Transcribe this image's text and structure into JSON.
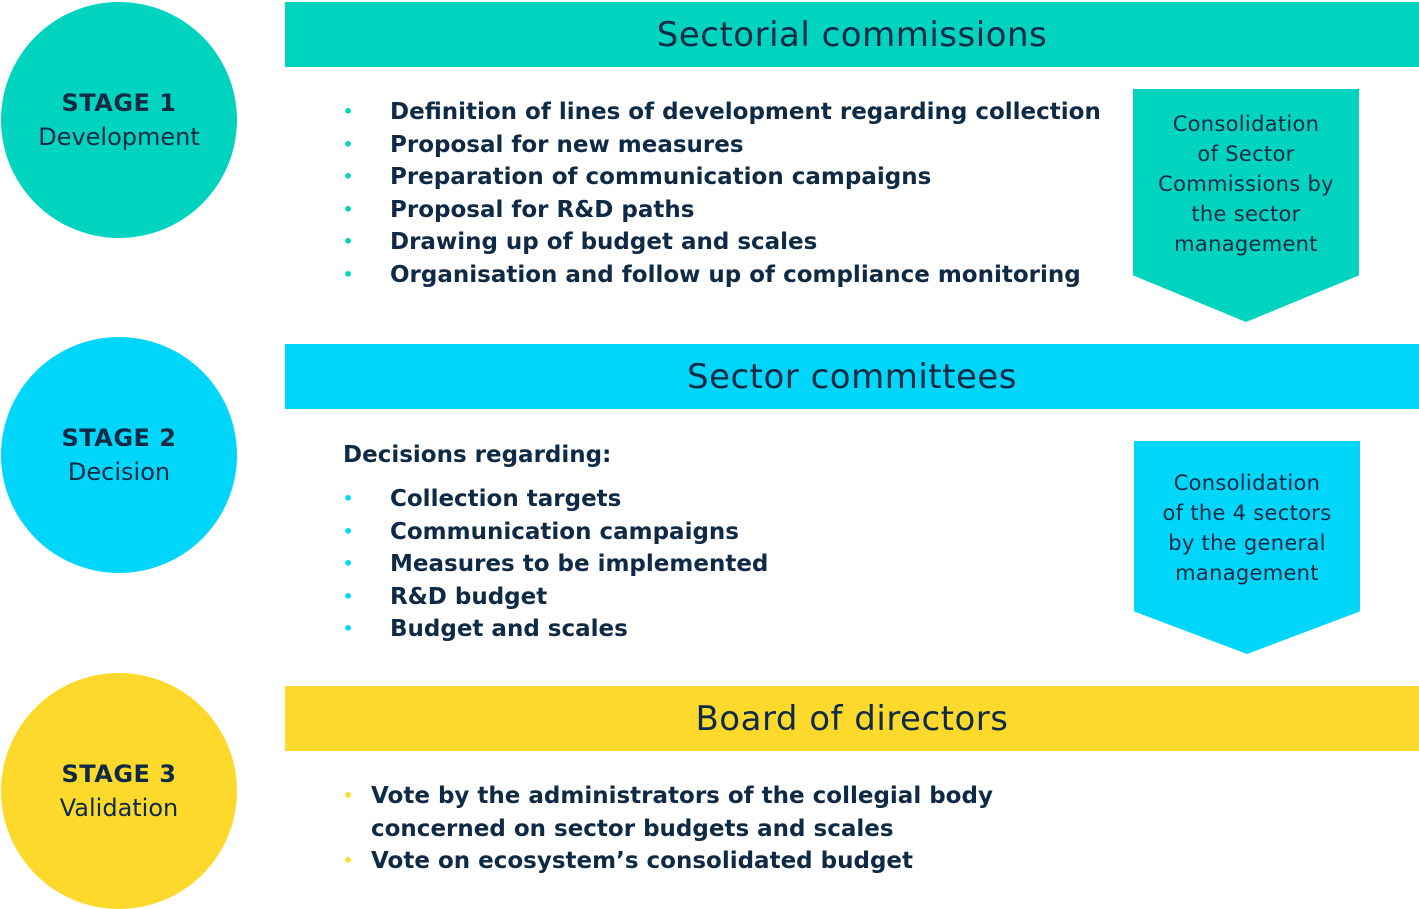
{
  "colors": {
    "teal": "#00d4be",
    "cyan": "#00d6fa",
    "yellow": "#fdd92c",
    "text": "#0f2a44"
  },
  "stages": [
    {
      "label": "STAGE 1",
      "name": "Development",
      "banner": "Sectorial commissions",
      "intro": "",
      "bullets": [
        "Definition of lines of development regarding collection",
        "Proposal for new measures",
        "Preparation of communication campaigns",
        "Proposal for R&D paths",
        "Drawing up of budget and scales",
        "Organisation and follow up of compliance monitoring"
      ],
      "arrow_lines": [
        "Consolidation",
        "of Sector",
        "Commissions by",
        "the sector",
        "management"
      ]
    },
    {
      "label": "STAGE 2",
      "name": "Decision",
      "banner": "Sector committees",
      "intro": "Decisions regarding:",
      "bullets": [
        "Collection targets",
        "Communication campaigns",
        "Measures to be implemented",
        "R&D budget",
        "Budget and scales"
      ],
      "arrow_lines": [
        "Consolidation",
        "of the 4 sectors",
        "by the general",
        "management"
      ]
    },
    {
      "label": "STAGE 3",
      "name": "Validation",
      "banner": "Board of directors",
      "intro": "",
      "bullets": [
        "Vote by the administrators of the collegial body concerned on sector budgets and scales",
        "Vote on ecosystem’s consolidated budget"
      ],
      "arrow_lines": []
    }
  ]
}
